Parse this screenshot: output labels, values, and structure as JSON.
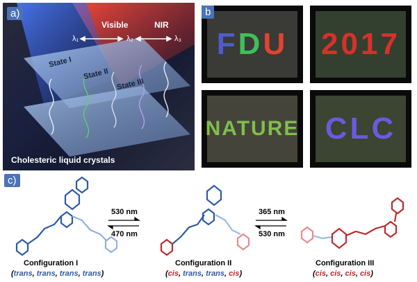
{
  "panel_a": {
    "label": "a)",
    "visible": "Visible",
    "nir": "NIR",
    "lambda1": "λ₁",
    "lambda2": "λ₂",
    "lambda3": "λ₃",
    "state1": "State I",
    "state2": "State II",
    "state3": "State III",
    "caption": "Cholesteric liquid crystals"
  },
  "panel_b": {
    "label": "b",
    "tiles": [
      {
        "text": "FDU",
        "colors": [
          "#4e5bd0",
          "#3fbf5a",
          "#e2442f"
        ]
      },
      {
        "text": "2017",
        "colors": [
          "#d9302a",
          "#d9302a",
          "#d9302a",
          "#d9302a"
        ]
      },
      {
        "text": "NATURE",
        "colors": [
          "#7fbf4a",
          "#7fbf4a",
          "#7fbf4a",
          "#7fbf4a",
          "#7fbf4a",
          "#7fbf4a"
        ]
      },
      {
        "text": "CLC",
        "colors": [
          "#6a5ae0",
          "#6a5ae0",
          "#6a5ae0"
        ]
      }
    ]
  },
  "panel_c": {
    "label": "c)",
    "arrow1_top": "530 nm",
    "arrow1_bottom": "470 nm",
    "arrow2_top": "365 nm",
    "arrow2_bottom": "530 nm",
    "config1": "Configuration I",
    "config2": "Configuration II",
    "config3": "Configuration III",
    "config1_sub": [
      "(",
      "trans",
      ", ",
      "trans",
      ", ",
      "trans",
      ", ",
      "trans",
      ")"
    ],
    "config2_sub": [
      "(",
      "cis",
      ", ",
      "trans",
      ", ",
      "trans",
      ", ",
      "cis",
      ")"
    ],
    "config3_sub": [
      "(",
      "cis",
      ", ",
      "cis",
      ", ",
      "cis",
      ", ",
      "cis",
      ")"
    ]
  },
  "colors": {
    "trans": "#2d5aa8",
    "cis": "#c0282b",
    "label_bg": "#4a73b8"
  }
}
